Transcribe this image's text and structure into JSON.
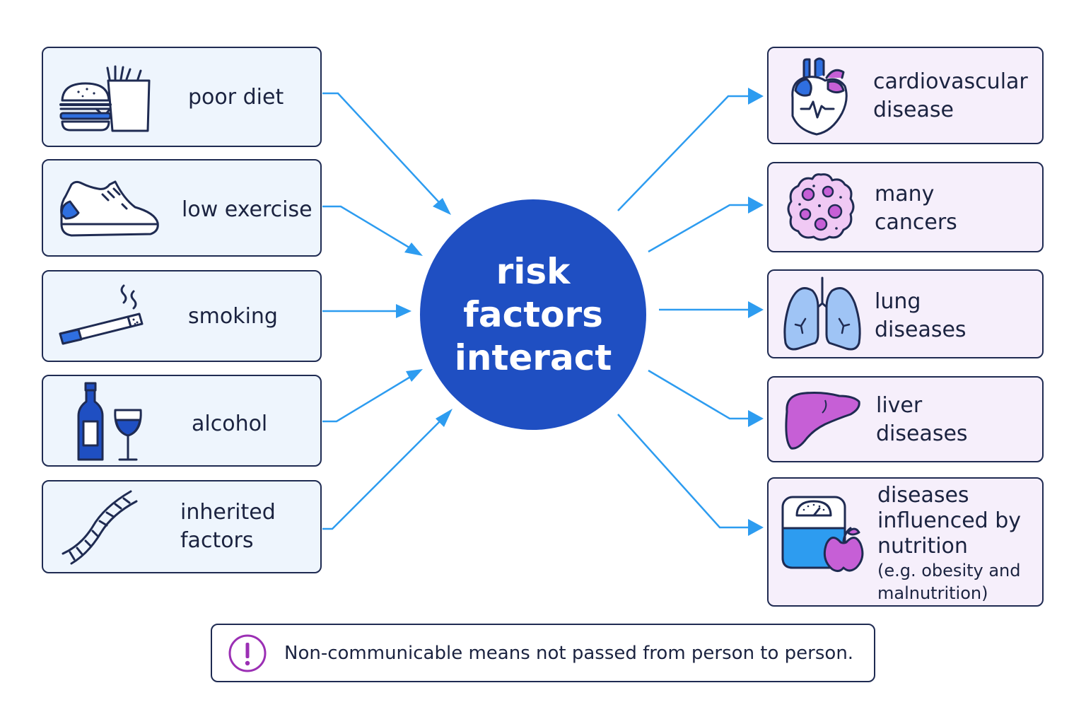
{
  "center": {
    "lines": [
      "risk",
      "factors",
      "interact"
    ]
  },
  "risk_factors": [
    {
      "id": "poor-diet",
      "icon": "burger-fries-icon",
      "lines": [
        "poor diet"
      ]
    },
    {
      "id": "low-exercise",
      "icon": "sneaker-icon",
      "lines": [
        "low exercise"
      ]
    },
    {
      "id": "smoking",
      "icon": "cigarette-icon",
      "lines": [
        "smoking"
      ]
    },
    {
      "id": "alcohol",
      "icon": "wine-bottle-glass-icon",
      "lines": [
        "alcohol"
      ]
    },
    {
      "id": "inherited-factors",
      "icon": "dna-icon",
      "lines": [
        "inherited",
        "factors"
      ]
    }
  ],
  "outcomes": [
    {
      "id": "cardiovascular-disease",
      "icon": "heart-icon",
      "lines": [
        "cardiovascular",
        "disease"
      ]
    },
    {
      "id": "many-cancers",
      "icon": "cancer-cell-icon",
      "lines": [
        "many",
        "cancers"
      ]
    },
    {
      "id": "lung-diseases",
      "icon": "lungs-icon",
      "lines": [
        "lung",
        "diseases"
      ]
    },
    {
      "id": "liver-diseases",
      "icon": "liver-icon",
      "lines": [
        "liver",
        "diseases"
      ]
    },
    {
      "id": "nutrition-diseases",
      "icon": "scale-apple-icon",
      "lines": [
        "diseases",
        "influenced by",
        "nutrition"
      ],
      "sub_lines": [
        "(e.g. obesity and",
        "malnutrition)"
      ]
    }
  ],
  "note": {
    "icon": "exclamation-icon",
    "text": "Non-communicable means not passed from person to person."
  },
  "colors": {
    "hub": "#1f4fc2",
    "arrow": "#2d9cf0",
    "left_card_bg": "#eef5fd",
    "right_card_bg": "#f6effb",
    "border": "#1f2b52",
    "accent_purple": "#c65fd6",
    "icon_blue": "#2f6fe0",
    "note_icon": "#9b2fb4"
  }
}
